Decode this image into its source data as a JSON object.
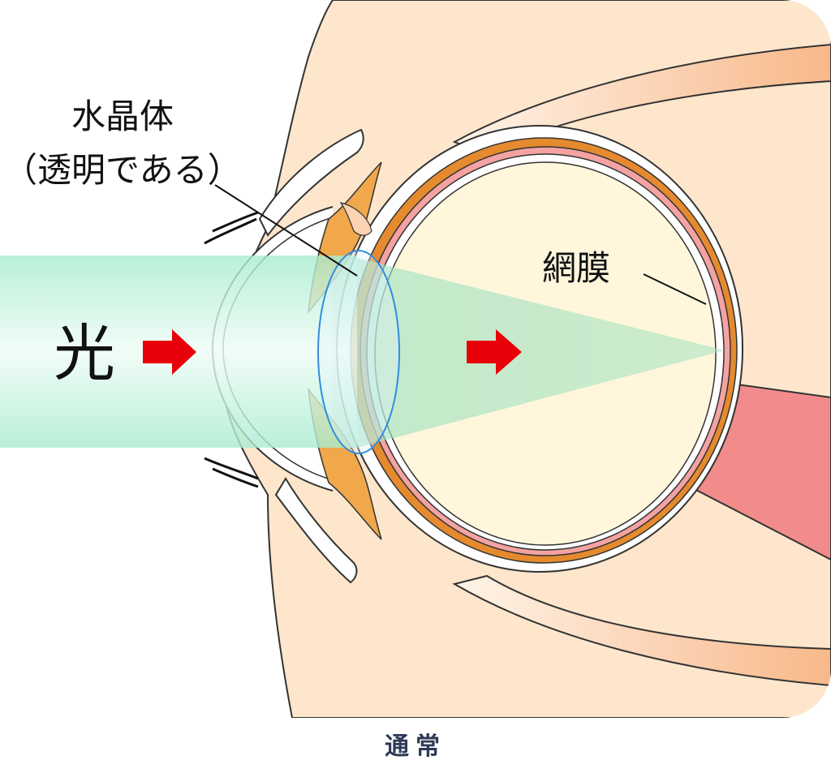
{
  "labels": {
    "lens_line1": "水晶体",
    "lens_line2": "（透明である）",
    "retina": "網膜",
    "light": "光"
  },
  "caption": "通常",
  "colors": {
    "skin": "#fde6cc",
    "muscle": "#fbd3b2",
    "sclera_fill": "#fff6dc",
    "choroid": "#e58a2e",
    "choroid_light": "#f0a84a",
    "retina_pink": "#f4a2a2",
    "nerve": "#f28b8b",
    "light_beam": "#9ee6c4",
    "lens_outline": "#2f8ee0",
    "arrow": "#e8000a",
    "caption": "#2e3a56"
  }
}
